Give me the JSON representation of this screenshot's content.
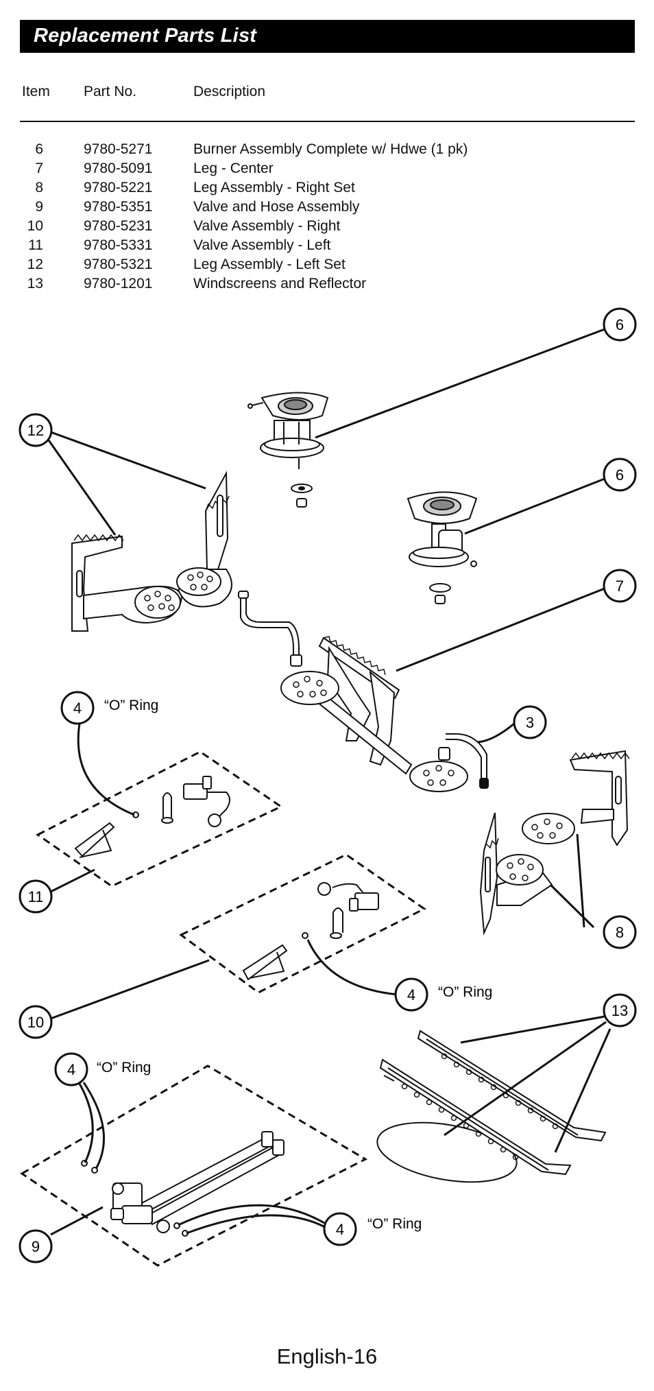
{
  "title": "Replacement Parts List",
  "columns": {
    "item": "Item",
    "part_no": "Part No.",
    "description": "Description"
  },
  "parts": [
    {
      "item": "6",
      "part_no": "9780-5271",
      "description": "Burner Assembly Complete w/ Hdwe (1 pk)"
    },
    {
      "item": "7",
      "part_no": "9780-5091",
      "description": "Leg - Center"
    },
    {
      "item": "8",
      "part_no": "9780-5221",
      "description": "Leg Assembly - Right Set"
    },
    {
      "item": "9",
      "part_no": "9780-5351",
      "description": "Valve and Hose Assembly"
    },
    {
      "item": "10",
      "part_no": "9780-5231",
      "description": "Valve Assembly - Right"
    },
    {
      "item": "11",
      "part_no": "9780-5331",
      "description": "Valve Assembly - Left"
    },
    {
      "item": "12",
      "part_no": "9780-5321",
      "description": "Leg Assembly - Left Set"
    },
    {
      "item": "13",
      "part_no": "9780-1201",
      "description": "Windscreens and Reflector"
    }
  ],
  "callouts": {
    "c6a": "6",
    "c6b": "6",
    "c7": "7",
    "c12": "12",
    "c3": "3",
    "c4a": "4",
    "c11": "11",
    "c8": "8",
    "c4b": "4",
    "c10": "10",
    "c13": "13",
    "c4c": "4",
    "c4d": "4",
    "c9": "9"
  },
  "o_ring_label": "“O” Ring",
  "footer": "English-16"
}
